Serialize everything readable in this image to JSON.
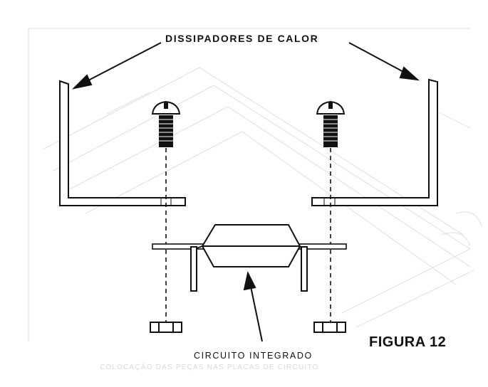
{
  "labels": {
    "top_label": "DISSIPADORES DE CALOR",
    "bottom_label": "CIRCUITO INTEGRADO",
    "figure_label": "FIGURA 12",
    "faint_caption": "COLOCAÇÃO DAS PEÇAS NAS PLACAS DE CIRCUITO"
  },
  "colors": {
    "ink": "#111111",
    "ghost": "#e3e3e3",
    "background": "#ffffff"
  },
  "icons": [
    "screw-icon",
    "nut-icon",
    "arrow-icon"
  ]
}
